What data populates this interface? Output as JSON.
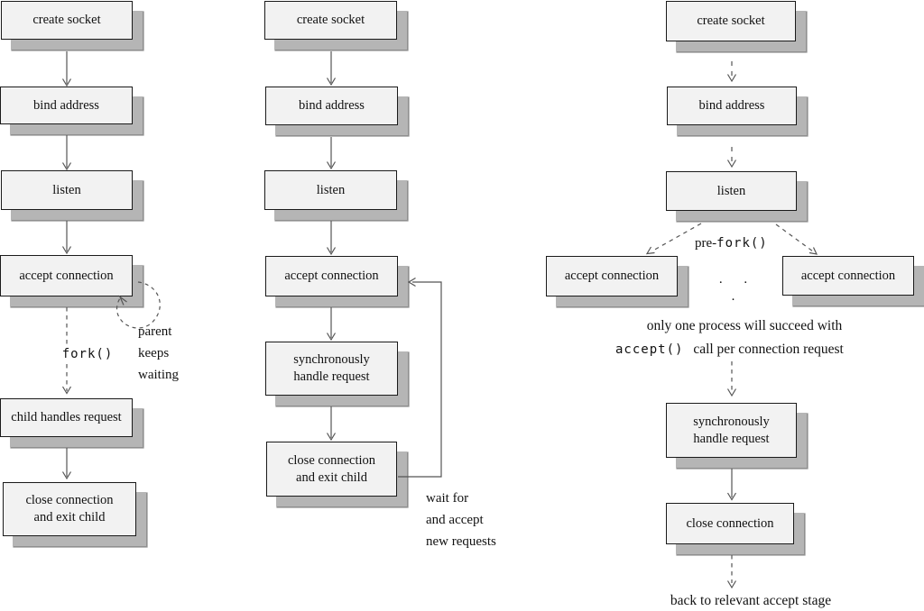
{
  "figure": {
    "columns": [
      {
        "id": "fork-per-connection",
        "nodes": {
          "create_socket": "create socket",
          "bind_address": "bind address",
          "listen": "listen",
          "accept_connection": "accept connection",
          "child_handles_request": "child handles request",
          "close_connection_and_exit_child": "close connection\nand exit child"
        },
        "labels": {
          "fork_call": "fork()",
          "parent_note": "parent\nkeeps\nwaiting"
        }
      },
      {
        "id": "iterative-server",
        "nodes": {
          "create_socket": "create socket",
          "bind_address": "bind address",
          "listen": "listen",
          "accept_connection": "accept connection",
          "synchronously_handle_request": "synchronously\nhandle request",
          "close_connection_and_exit_child": "close connection\nand exit child"
        },
        "labels": {
          "loop_note": "wait for\nand accept\nnew requests"
        }
      },
      {
        "id": "pre-forked-server",
        "nodes": {
          "create_socket": "create socket",
          "bind_address": "bind address",
          "listen": "listen",
          "accept_connection_left": "accept connection",
          "accept_connection_right": "accept connection",
          "synchronously_handle_request": "synchronously\nhandle request",
          "close_connection": "close connection"
        },
        "labels": {
          "prefork_prefix": "pre-",
          "prefork_code": "fork()",
          "ellipsis": ". . .",
          "note_line1": "only one process will succeed with",
          "note_line2_code": "accept()",
          "note_line2_text": "call per connection request",
          "back_note": "back to relevant accept stage"
        }
      }
    ],
    "colors": {
      "background": "#ffffff",
      "box_fill": "#f2f2f2",
      "box_border": "#1a1a1a",
      "box_shadow": "#b5b5b5",
      "connector": "#555555"
    }
  }
}
